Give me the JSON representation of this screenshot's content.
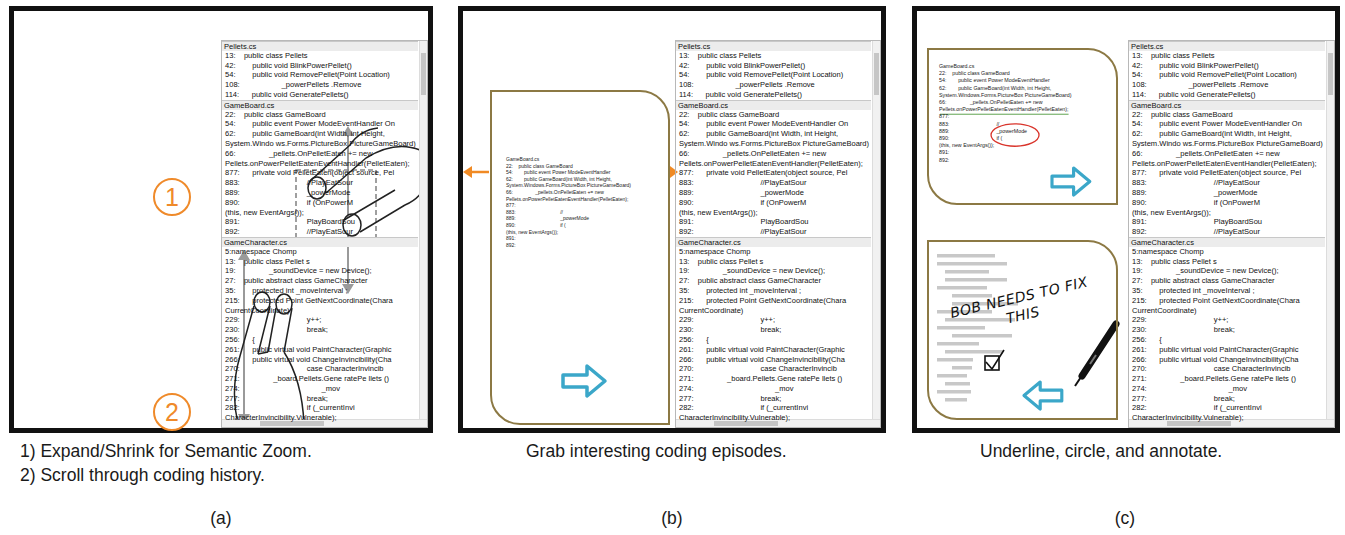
{
  "diagram": {
    "nodes": [
      {
        "text": [
          "1"
        ]
      },
      {
        "text": [
          "2"
        ]
      },
      {
        "text": [
          "Pellets.cs",
          "13:    public class Pellets",
          "42:        public void BlinkPowerPellet()",
          "54:        public void RemovePellet(Point Location)",
          "108:                    _powerPellets .Remove",
          "114:      public void GeneratePellets()"
        ]
      },
      {
        "text": [
          "GameBoard.cs",
          "22:    public class GameBoard",
          "54:        public event Power ModeEventHandler On",
          "62:        public GameBoard(int Width, int Height,",
          "System.Windo ws.Forms.PictureBox PictureGameBoard)",
          "66:                _pellets.OnPelletEaten += new",
          "Pellets.onPowerPelletEatenEventHandler(PelletEaten);",
          "877:      private void PelletEaten(object source, Pel",
          "883:                                //PlayEatSour",
          "889:                                _powerMode",
          "890:                                if (OnPowerM",
          "(this, new EventArgs());",
          "891:                                PlayBoardSou",
          "892:                                //PlayEatSour"
        ]
      },
      {
        "text": [
          "GameCharacter.cs",
          "5:namespace Chomp",
          "13:    public class Pellet s",
          "19:                _soundDevice = new Device();",
          "27:    public abstract class GameCharacter",
          "35:        protected int _moveInterval ;",
          "215:      protected Point GetNextCoordinate(Chara",
          "CurrentCoordinate)",
          "229:                                y++;",
          "230:                                break;",
          "256:      {",
          "261:      public virtual void PaintCharacter(Graphic",
          "266:      public virtual void ChangeInvincibility(Cha",
          "270:                                case CharacterInvincib",
          "271:                _board.Pellets.Gene ratePe llets ()",
          "274:                                       _mov",
          "277:                                break;",
          "282:                                if (_currentInvi",
          "CharacterInvincibility.Vulnerable);"
        ]
      },
      {
        "text": [
          "GameBoard.cs",
          "22:    public class GameBoard",
          "54:        public event Power ModeEventHandler",
          "62:        public GameBoard(int Width, int Height,",
          "System.Windows.Forms.PictureBox PictureGameBoard)",
          "66:                _pellets.OnPelletEaten += new",
          "Pellets.onPowerPelletEatenEventHandler(PelletEaten);",
          "877:",
          "883:                                //",
          "889:                                _powerMode",
          "890:                                if (",
          "(this, new EventArgs());",
          "891:",
          "892:"
        ]
      },
      {
        "text": [
          "Pellets.cs",
          "13:    public class Pellets",
          "42:        public void BlinkPowerPellet()",
          "54:        public void RemovePellet(Point Location)",
          "108:                    _powerPellets .Remove",
          "114:      public void GeneratePellets()"
        ]
      },
      {
        "text": [
          "GameBoard.cs",
          "22:    public class GameBoard",
          "54:        public event Power ModeEventHandler On",
          "62:        public GameBoard(int Width, int Height,",
          "System.Windo ws.Forms.PictureBox PictureGameBoard)",
          "66:                _pellets.OnPelletEaten += new",
          "Pellets.onPowerPelletEatenEventHandler(PelletEaten);",
          "877:      private void PelletEaten(object source, Pel",
          "883:                                //PlayEatSour",
          "889:                                _powerMode",
          "890:                                if (OnPowerM",
          "(this, new EventArgs());",
          "891:                                PlayBoardSou",
          "892:                                //PlayEatSour"
        ]
      },
      {
        "text": [
          "GameCharacter.cs",
          "5:namespace Chomp",
          "13:    public class Pellet s",
          "19:                _soundDevice = new Device();",
          "27:    public abstract class GameCharacter",
          "35:        protected int _moveInterval ;",
          "215:      protected Point GetNextCoordinate(Chara",
          "CurrentCoordinate)",
          "229:                                y++;",
          "230:                                break;",
          "256:      {",
          "261:      public virtual void PaintCharacter(Graphic",
          "266:      public virtual void ChangeInvincibility(Cha",
          "270:                                case CharacterInvincib",
          "271:                _board.Pellets.Gene ratePe llets ()",
          "274:                                       _mov",
          "277:                                break;",
          "282:                                if (_currentInvi",
          "CharacterInvincibility.Vulnerable);"
        ]
      },
      {
        "text": [
          "GameBoard.cs",
          "22:    public class GameBoard",
          "54:        public event Power ModeEventHandler",
          "62:        public GameBoard(int Width, int Height,",
          "System.Windows.Forms.PictureBox PictureGameBoard)",
          "66:                _pellets.OnPelletEaten += new",
          "Pellets.onPowerPelletEatenEventHandler(PelletEaten);",
          "877:",
          "883:                                //",
          "889:                                _powerMode",
          "890:                                if (",
          "(this, new EventArgs());",
          "891:",
          "892:"
        ]
      },
      {
        "text": [
          "BOB NEEDS TO FIX THIS"
        ]
      },
      {
        "text": [
          "Pellets.cs",
          "13:    public class Pellets",
          "42:        public void BlinkPowerPellet()",
          "54:        public void RemovePellet(Point Location)",
          "108:                    _powerPellets .Remove",
          "114:      public void GeneratePellets()"
        ]
      },
      {
        "text": [
          "GameBoard.cs",
          "22:    public class GameBoard",
          "54:        public event Power ModeEventHandler On",
          "62:        public GameBoard(int Width, int Height,",
          "System.Windo ws.Forms.PictureBox PictureGameBoard)",
          "66:                _pellets.OnPelletEaten += new",
          "Pellets.onPowerPelletEatenEventHandler(PelletEaten);",
          "877:      private void PelletEaten(object source, Pel",
          "883:                                //PlayEatSour",
          "889:                                _powerMode",
          "890:                                if (OnPowerM",
          "(this, new EventArgs());",
          "891:                                PlayBoardSou",
          "892:                                //PlayEatSour"
        ]
      },
      {
        "text": [
          "GameCharacter.cs",
          "5:namespace Chomp",
          "13:    public class Pellet s",
          "19:                _soundDevice = new Device();",
          "27:    public abstract class GameCharacter",
          "35:        protected int _moveInterval ;",
          "215:      protected Point GetNextCoordinate(Chara",
          "CurrentCoordinate)",
          "229:                                y++;",
          "230:                                break;",
          "256:      {",
          "261:      public virtual void PaintCharacter(Graphic",
          "266:      public virtual void ChangeInvincibility(Cha",
          "270:                                case CharacterInvincib",
          "271:                _board.Pellets.Gene ratePe llets ()",
          "274:                                       _mov",
          "277:                                break;",
          "282:                                if (_currentInvi",
          "CharacterInvincibility.Vulnerable);"
        ]
      }
    ],
    "labels": [
      "1) Expand/Shrink for Semantic Zoom.",
      "2) Scroll through coding history.",
      "(a)",
      "Grab interesting coding episodes.",
      "(b)",
      "Underline, circle, and annotate.",
      "(c)"
    ]
  }
}
